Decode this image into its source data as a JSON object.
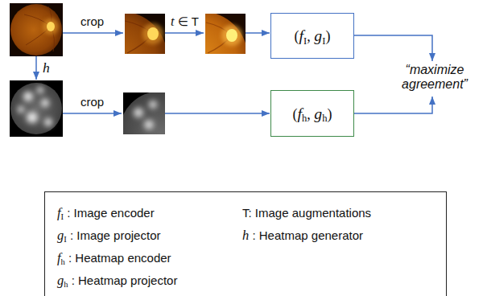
{
  "diagram": {
    "nodes": [
      {
        "text": [
          "(fI, gI)"
        ]
      },
      {
        "text": [
          "(fh, gh)"
        ]
      },
      {
        "text": [
          "fI : Image encoder",
          "T: Image augmentations",
          "gI : Image projector",
          "h : Heatmap generator",
          "fh : Heatmap encoder",
          "gh : Heatmap projector"
        ]
      }
    ],
    "labels": [
      "crop",
      "t ∈ T",
      "crop",
      "h",
      "“maximize agreement”"
    ]
  }
}
